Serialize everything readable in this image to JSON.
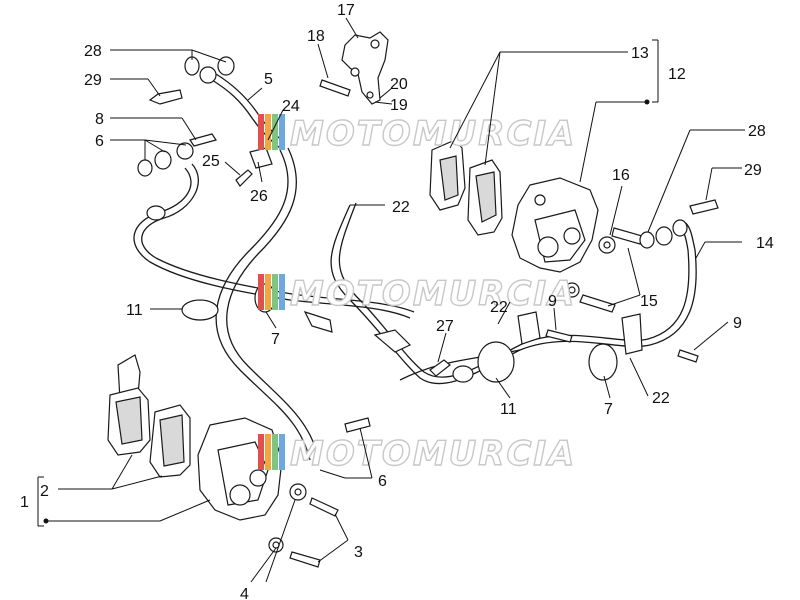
{
  "colors": {
    "ink": "#111111",
    "watermark_outline": "#c8c8c8",
    "logo_red": "#e05050",
    "logo_orange": "#f2a640",
    "logo_green": "#7fc57f",
    "logo_blue": "#6fa8dc"
  },
  "watermark": {
    "text": "MOTOMURCIA",
    "count": 3
  },
  "callouts": {
    "n1": "1",
    "n2": "2",
    "n3": "3",
    "n4": "4",
    "n5": "5",
    "n6a": "6",
    "n6b": "6",
    "n7a": "7",
    "n7b": "7",
    "n8": "8",
    "n9a": "9",
    "n9b": "9",
    "n11a": "11",
    "n11b": "11",
    "n12": "12",
    "n13": "13",
    "n14": "14",
    "n15": "15",
    "n16": "16",
    "n17": "17",
    "n18": "18",
    "n19": "19",
    "n20": "20",
    "n22a": "22",
    "n22b": "22",
    "n22c": "22",
    "n24": "24",
    "n25": "25",
    "n26": "26",
    "n27": "27",
    "n28a": "28",
    "n28b": "28",
    "n29a": "29",
    "n29b": "29"
  }
}
